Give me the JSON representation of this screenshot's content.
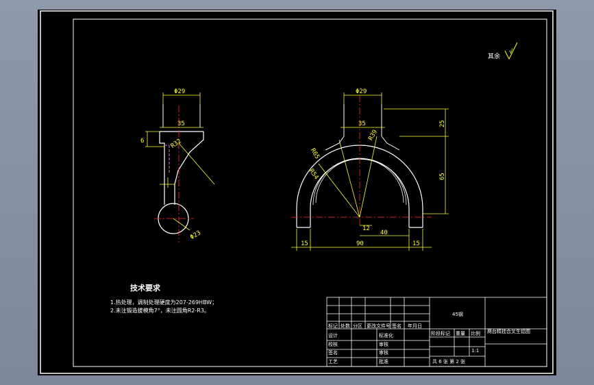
{
  "drawing": {
    "surface_finish": "其余",
    "left_view": {
      "dim_top": "Φ29",
      "dim_width": "35",
      "dim_small": "6",
      "dim_radius": "R32",
      "dim_hole": "Φ23"
    },
    "right_view": {
      "dim_top": "Φ29",
      "dim_width": "35",
      "dim_r_outer": "R65",
      "dim_r_inner": "R54",
      "dim_r_small": "R39",
      "dim_height_top": "25",
      "dim_height_total": "65",
      "dim_offset": "12",
      "dim_40": "40",
      "dim_left_15": "15",
      "dim_90": "90",
      "dim_right_15": "15"
    },
    "tech_requirements": {
      "title": "技术要求",
      "line1": "1.热处理，调制处理硬度为207-269HBW；",
      "line2": "2.未注锻造拔模角7°，未注圆角R2-R3。"
    },
    "title_block": {
      "material": "45钢",
      "part_name": "两台精挂合叉生铝图",
      "headers": [
        "标记",
        "处数",
        "分区",
        "更改文件号",
        "签名",
        "年月日"
      ],
      "design": "设计",
      "standardize": "标准化",
      "check": "审核",
      "review": "审核",
      "process": "工艺",
      "approve": "批准",
      "stage_mark": "阶段标记",
      "weight": "重量",
      "scale_label": "比例",
      "scale_value": "1:1",
      "sheets": "共 6 张   第 2 张",
      "row_labels": [
        "校核",
        "签名"
      ]
    }
  },
  "colors": {
    "outline": "#ffffff",
    "center": "#ff3030",
    "dimension": "#ffff33",
    "hidden": "#d070d0"
  }
}
